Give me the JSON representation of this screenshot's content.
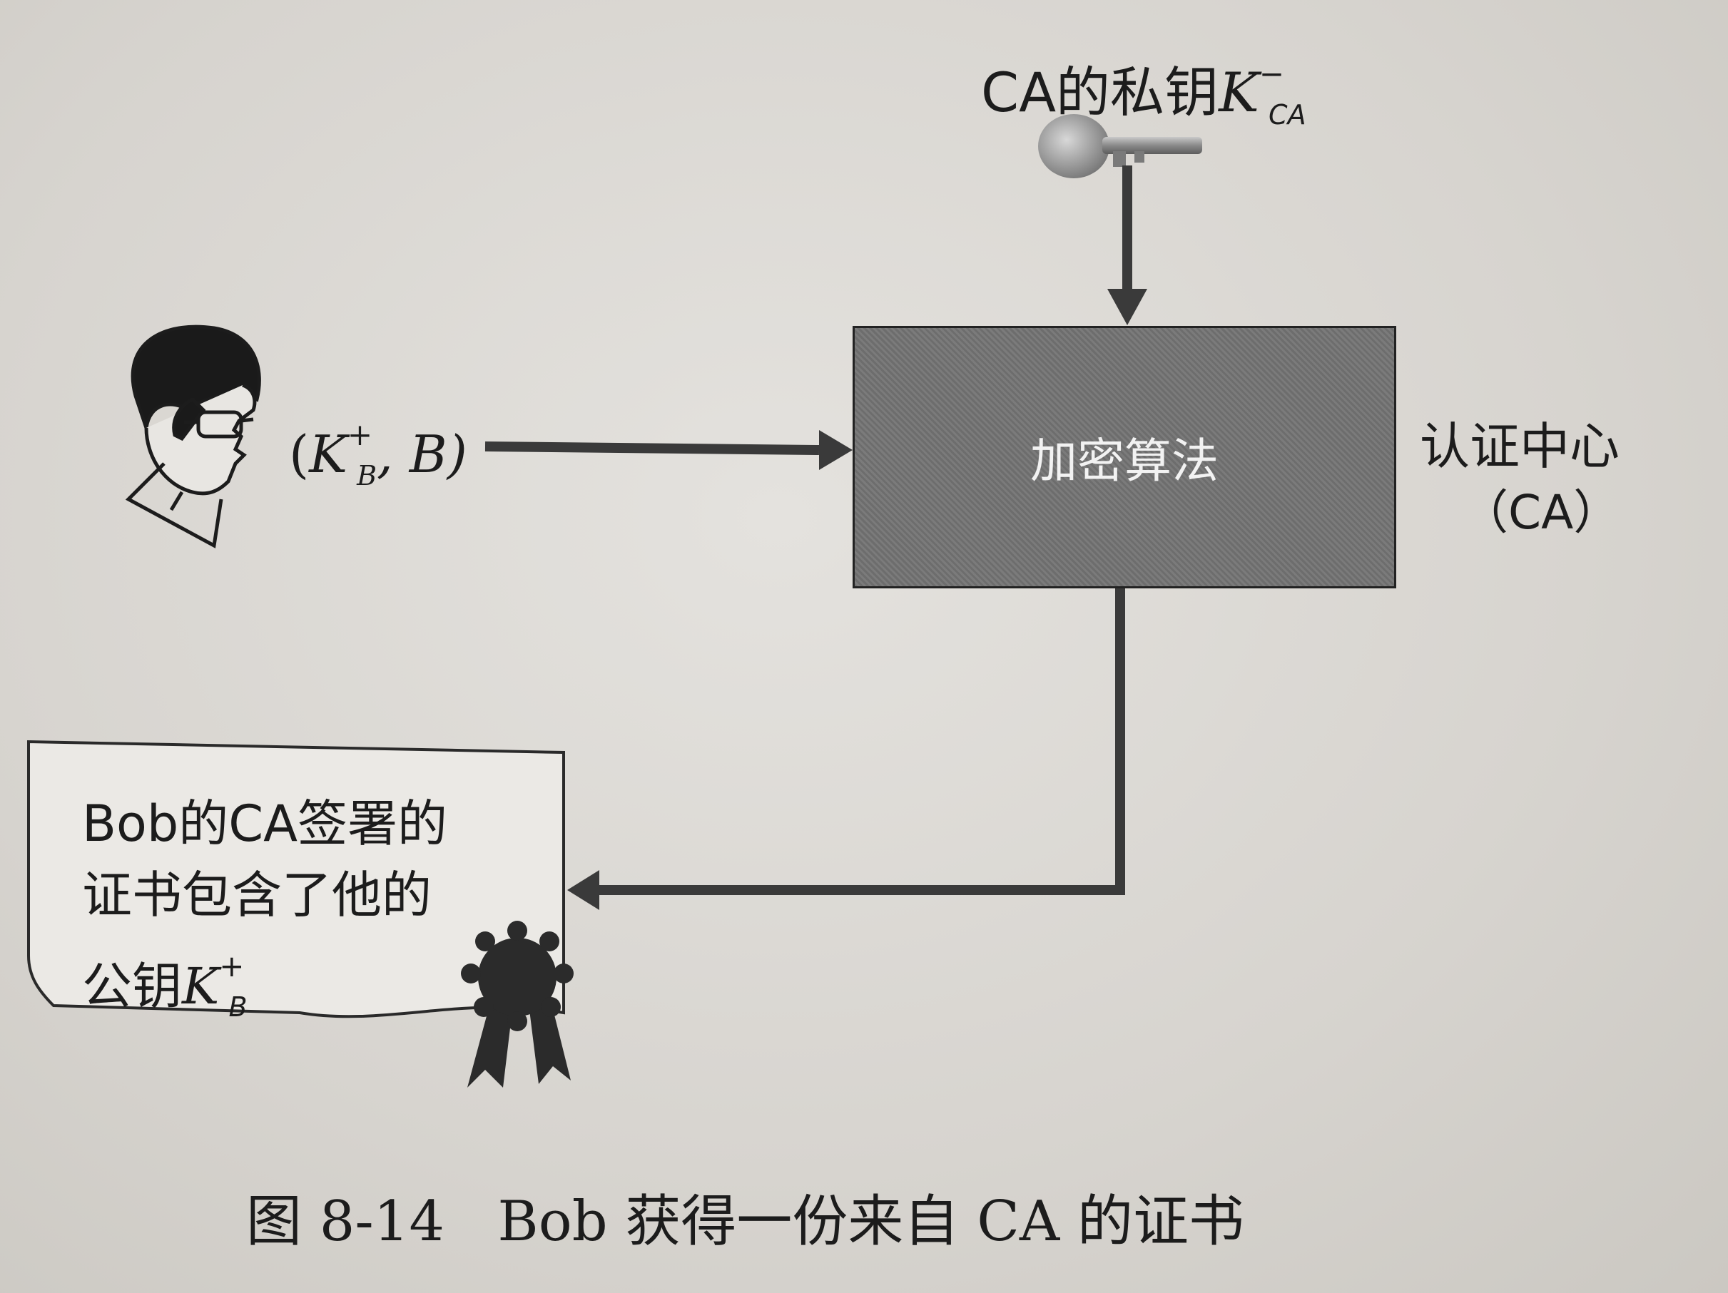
{
  "key": {
    "label": "CA的私钥",
    "symbol": "K",
    "superscript": "−",
    "subscript": "CA"
  },
  "sender": {
    "prefix": "(",
    "symbol": "K",
    "superscript": "+",
    "subscript": "B",
    "rest": ", B)"
  },
  "encryption_box": {
    "label": "加密算法"
  },
  "ca": {
    "name": "认证中心",
    "abbr": "（CA）"
  },
  "certificate": {
    "line1": "Bob的CA签署的",
    "line2": "证书包含了他的",
    "line3_text": "公钥",
    "line3_symbol": "K",
    "line3_superscript": "+",
    "line3_subscript": "B"
  },
  "caption": {
    "figure": "图 8-14",
    "text": "Bob 获得一份来自 CA 的证书"
  },
  "colors": {
    "box_fill": "#737373",
    "ink": "#1c1c1c",
    "arrow": "#3a3a3a"
  }
}
